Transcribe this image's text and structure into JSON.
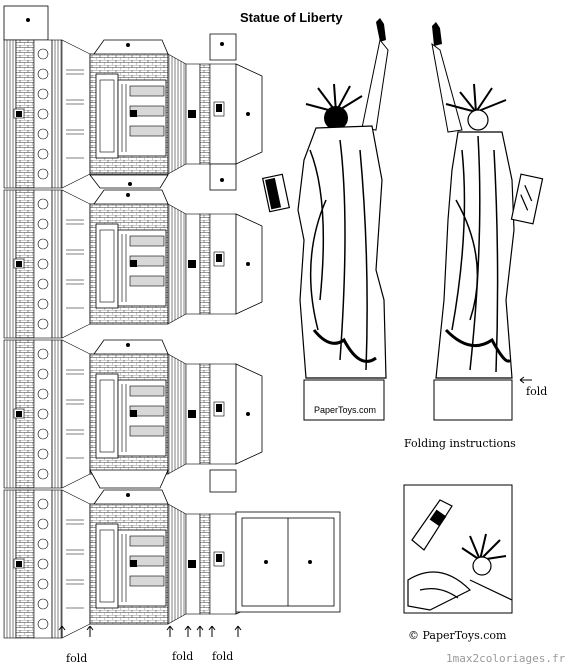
{
  "title": "Statue of Liberty",
  "fold_labels": [
    "fold",
    "fold",
    "fold",
    "fold"
  ],
  "brand_label": "PaperToys.com",
  "instructions_heading": "Folding instructions",
  "copyright": "© PaperToys.com",
  "watermark": "1max2coloriages.fr",
  "colors": {
    "line": "#000000",
    "fill": "#ffffff",
    "shade": "#d8d8d8",
    "watermark": "#9a9a9a"
  },
  "icons": [
    "arrow-up-icon",
    "arrow-left-icon"
  ]
}
